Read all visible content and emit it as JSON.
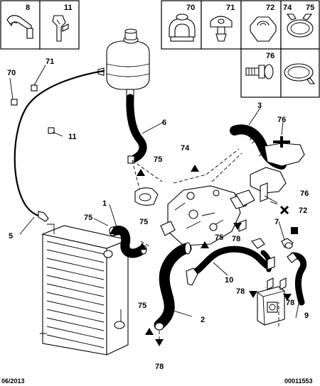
{
  "callouts": {
    "c1": "1",
    "c2": "2",
    "c3": "3",
    "c5": "5",
    "c6": "6",
    "c7": "7",
    "c9": "9",
    "c10": "10",
    "c11a": "11",
    "c70": "70",
    "c71": "71",
    "c72": "72",
    "c74": "74",
    "c75a": "75",
    "c75b": "75",
    "c75c": "75",
    "c75d": "75",
    "c75e": "75",
    "c76a": "76",
    "c76b": "76",
    "c78a": "78",
    "c78b": "78",
    "c78c": "78",
    "c78d": "78"
  },
  "legend_boxes": {
    "b8": "8",
    "b11": "11",
    "b70": "70",
    "b71": "71",
    "b72": "72",
    "b74": "74",
    "b75": "75",
    "b76": "76"
  },
  "footer": {
    "date": "06/2013",
    "reference": "00011553"
  }
}
